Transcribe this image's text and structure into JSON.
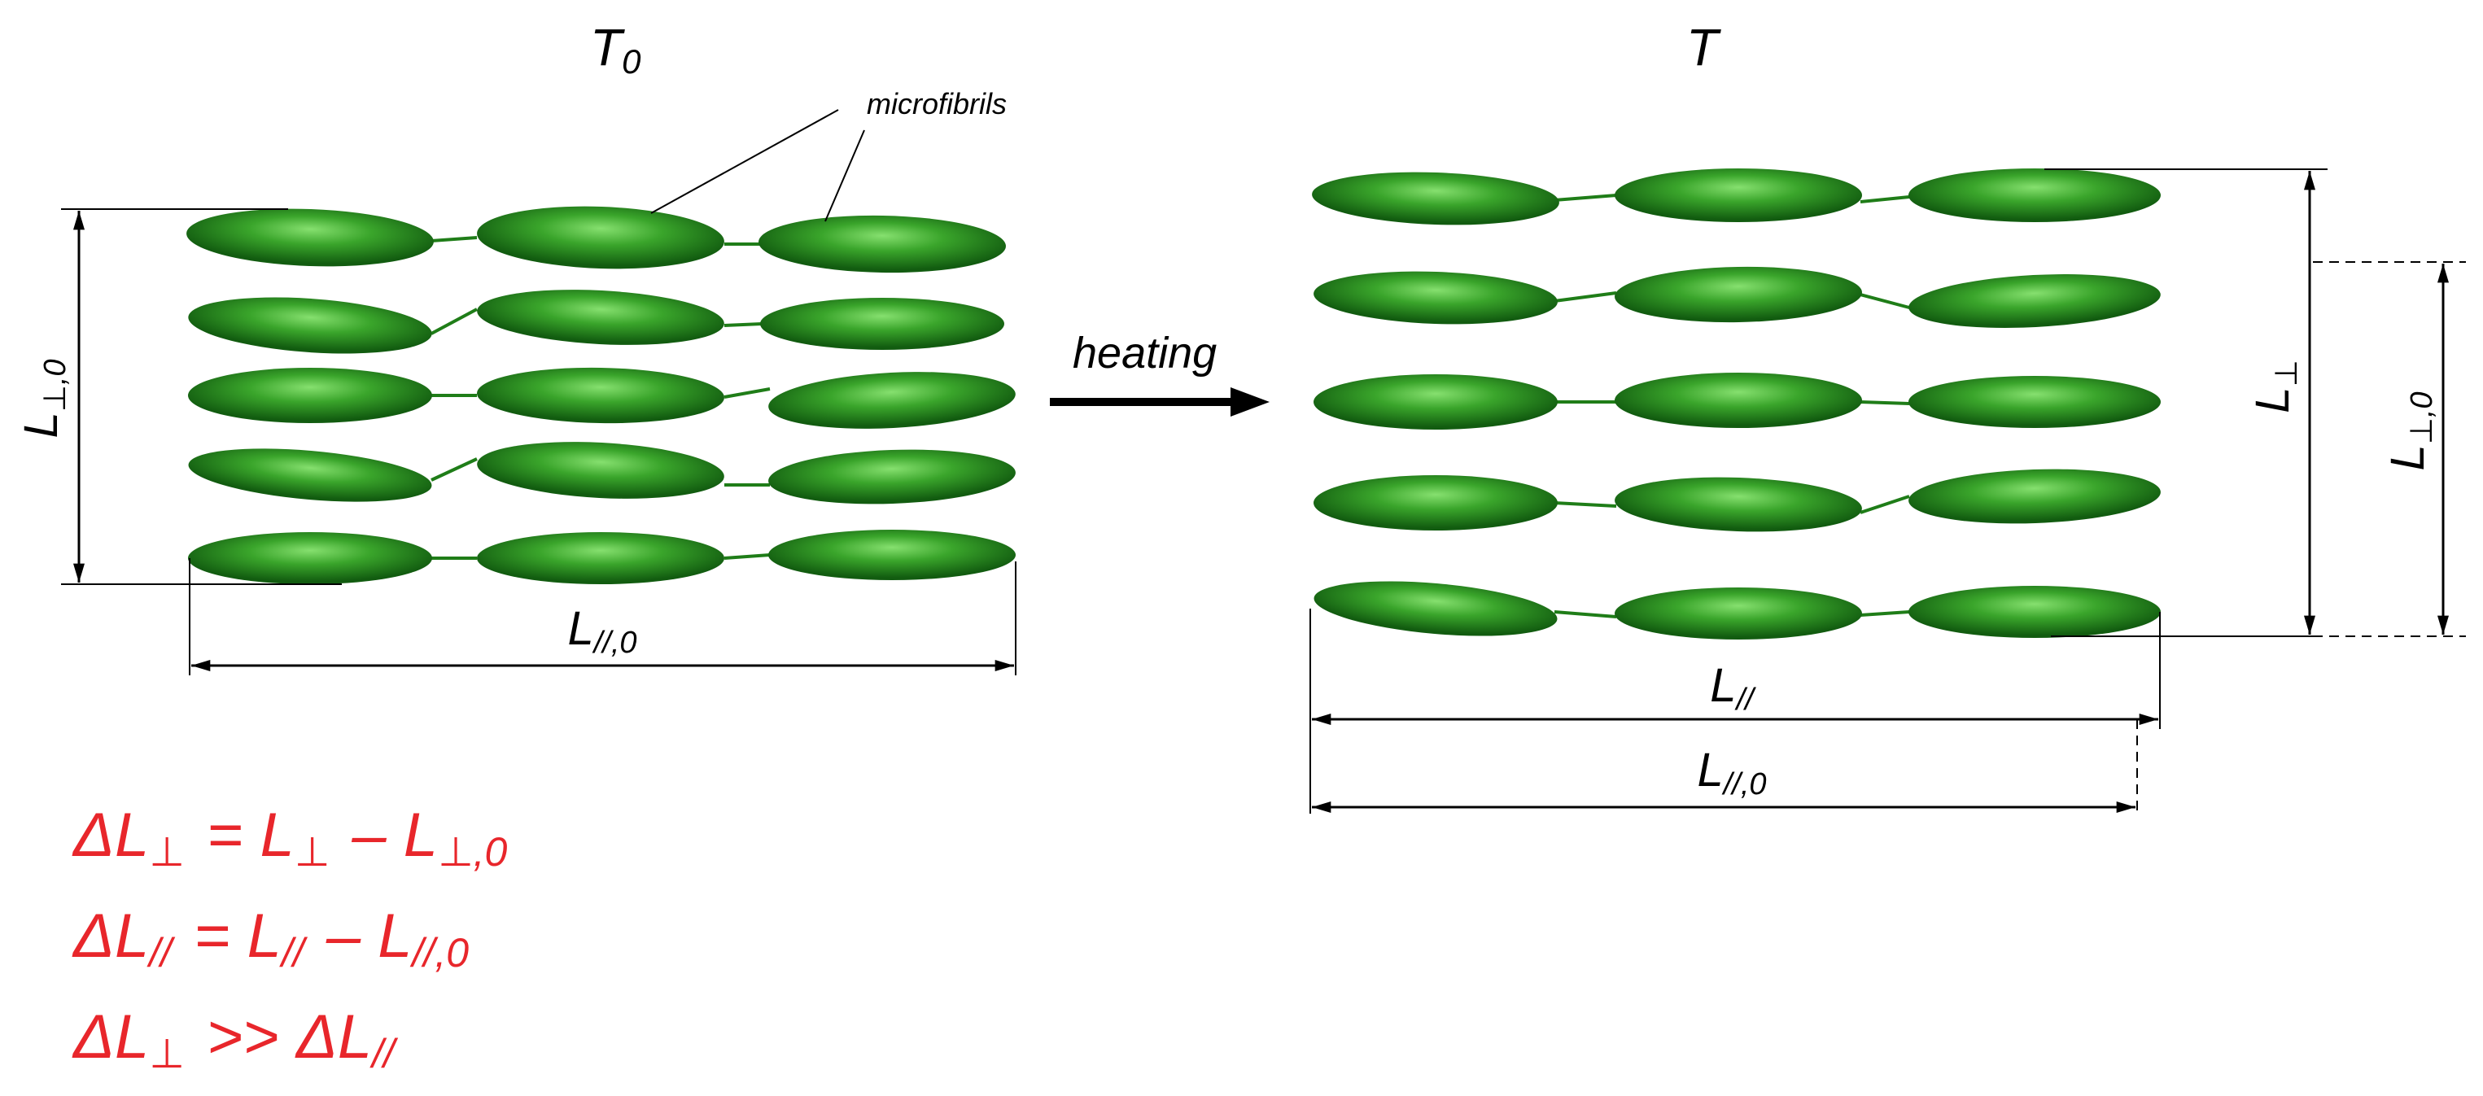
{
  "before": {
    "title_main": "T",
    "title_sub": "0",
    "annotation": "microfibrils",
    "dim_perp_main": "L",
    "dim_perp_sub": "⊥,0",
    "dim_par_main": "L",
    "dim_par_sub": "//,0"
  },
  "process": {
    "label": "heating"
  },
  "after": {
    "title": "T",
    "dim_perp_main": "L",
    "dim_perp_sub": "⊥",
    "dim_perp0_main": "L",
    "dim_perp0_sub": "⊥,0",
    "dim_par_main": "L",
    "dim_par_sub": "//",
    "dim_par0_main": "L",
    "dim_par0_sub": "//,0"
  },
  "equations": {
    "eq1": {
      "lhs_main": "ΔL",
      "lhs_sub": "⊥",
      "op": "= L",
      "a_sub": "⊥",
      "minus": "– L",
      "b_sub": "⊥,0"
    },
    "eq2": {
      "lhs_main": "ΔL",
      "lhs_sub": "//",
      "op": "= L",
      "a_sub": "//",
      "minus": "– L",
      "b_sub": "//,0"
    },
    "eq3": {
      "lhs_main": "ΔL",
      "lhs_sub": "⊥",
      "op": ">> ΔL",
      "a_sub": "//"
    }
  },
  "colors": {
    "fibril_light": "#7fd86a",
    "fibril_mid": "#2f9a22",
    "fibril_dark": "#125c10",
    "line": "#000000",
    "equation": "#e8262b"
  }
}
